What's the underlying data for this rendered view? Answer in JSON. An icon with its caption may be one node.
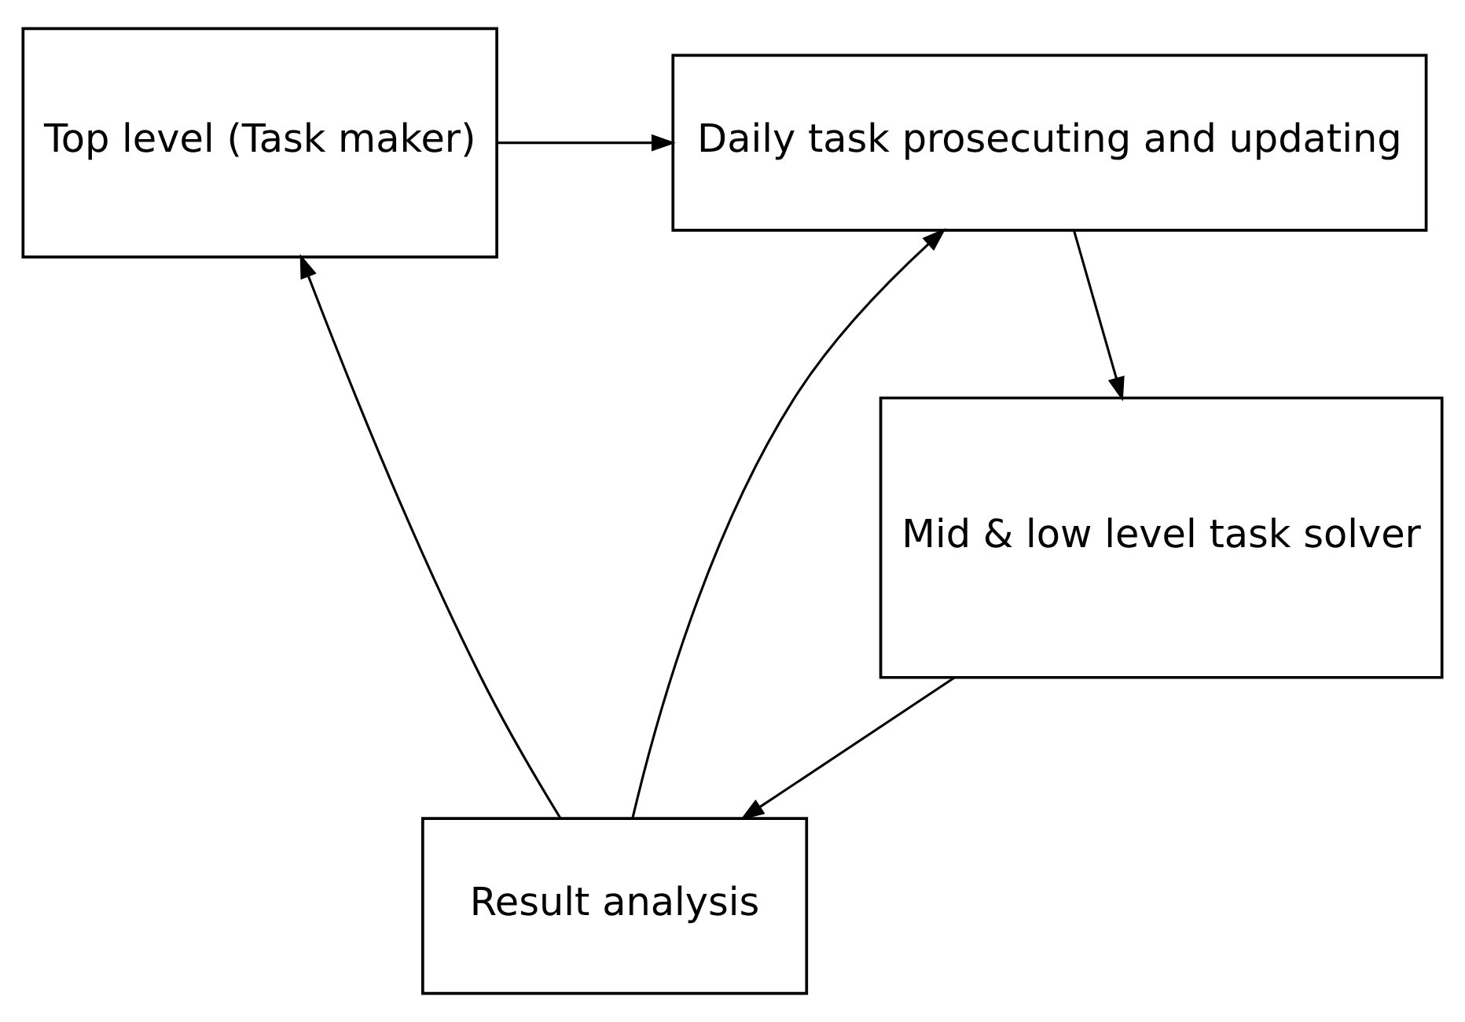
{
  "diagram": {
    "nodes": [
      {
        "text": [
          "Daily task prosecuting and updating"
        ]
      },
      {
        "text": [
          "Top level (Task maker)"
        ]
      },
      {
        "text": [
          "Mid & low level task solver"
        ]
      },
      {
        "text": [
          "Result analysis"
        ]
      }
    ],
    "edges": [
      {
        "from": 1,
        "to": 0,
        "arrow": "to"
      },
      {
        "from": 0,
        "to": 2,
        "arrow": "to"
      },
      {
        "from": 2,
        "to": 3,
        "arrow": "to"
      },
      {
        "from": 3,
        "to": 0,
        "arrow": "to"
      },
      {
        "from": 3,
        "to": 1,
        "arrow": "to"
      }
    ]
  }
}
